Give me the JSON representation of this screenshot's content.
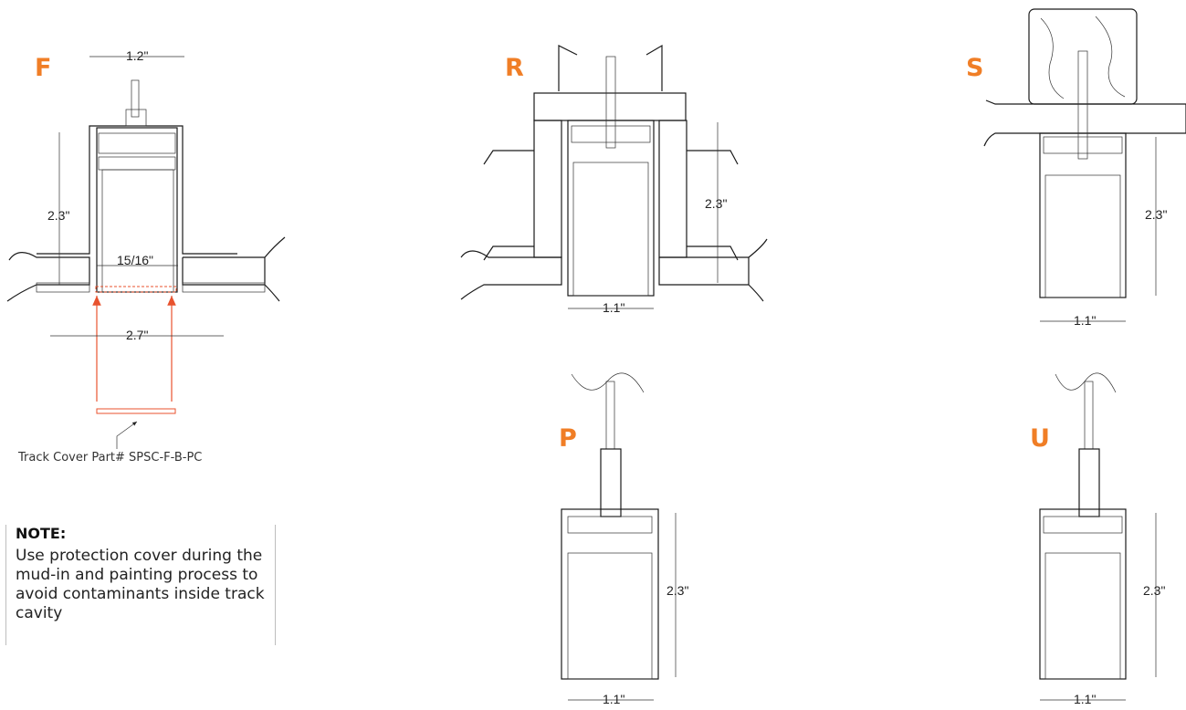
{
  "accent_color": "#f07e26",
  "cover_color": "#e8522e",
  "panels": {
    "F": {
      "letter": "F",
      "top_width": "1.2\"",
      "height": "2.3\"",
      "opening": "15/16\"",
      "bottom_width": "2.7\""
    },
    "R": {
      "letter": "R",
      "height": "2.3\"",
      "width": "1.1\""
    },
    "S": {
      "letter": "S",
      "height": "2.3\"",
      "width": "1.1\""
    },
    "P": {
      "letter": "P",
      "height": "2.3\"",
      "width": "1.1\""
    },
    "U": {
      "letter": "U",
      "height": "2.3\"",
      "width": "1.1\""
    }
  },
  "cover_label": "Track Cover Part# SPSC-F-B-PC",
  "note": {
    "title": "NOTE:",
    "body": "Use protection cover during the mud-in and painting process to avoid contaminants inside track cavity"
  }
}
